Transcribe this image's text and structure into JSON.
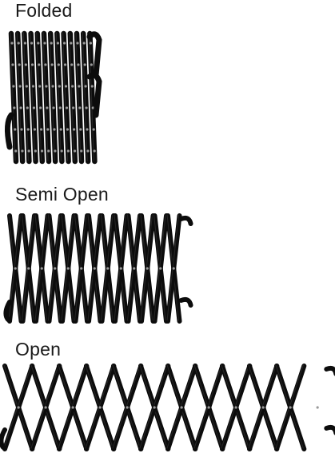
{
  "labels": {
    "folded": "Folded",
    "semi_open": "Semi Open",
    "open": "Open"
  },
  "colors": {
    "gate": "#0c0c0c",
    "gate_highlight": "#3a3a3a",
    "rivet": "#9a9a9a",
    "background": "#ffffff",
    "text": "#1a1a1a"
  },
  "states": [
    "Folded",
    "Semi Open",
    "Open"
  ]
}
